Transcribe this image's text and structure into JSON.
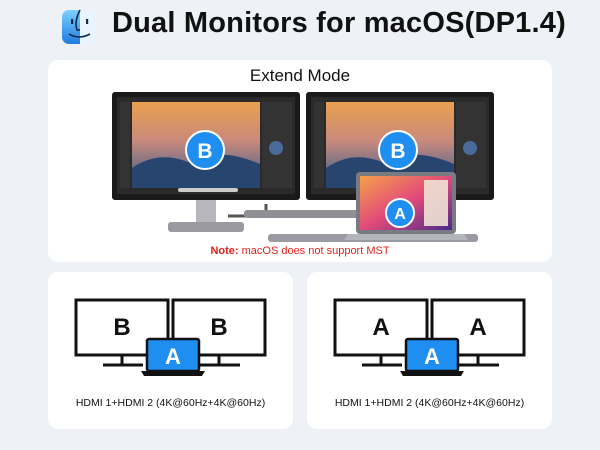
{
  "header": {
    "title": "Dual Monitors for macOS(DP1.4)",
    "logo_icon": "finder-icon"
  },
  "top_panel": {
    "mode_label": "Extend Mode",
    "monitor_left_badge": "B",
    "monitor_right_badge": "B",
    "laptop_badge": "A",
    "note_prefix": "Note:",
    "note_text": " macOS does not support MST"
  },
  "bottom_left": {
    "monitor_left_label": "B",
    "monitor_right_label": "B",
    "laptop_label": "A",
    "caption": "HDMI 1+HDMI 2 (4K@60Hz+4K@60Hz)"
  },
  "bottom_right": {
    "monitor_left_label": "A",
    "monitor_right_label": "A",
    "laptop_label": "A",
    "caption": "HDMI 1+HDMI 2 (4K@60Hz+4K@60Hz)"
  },
  "colors": {
    "badge_blue": "#1e8ef0",
    "note_red": "#e0231c",
    "background": "#eef1f5",
    "panel": "#ffffff"
  }
}
